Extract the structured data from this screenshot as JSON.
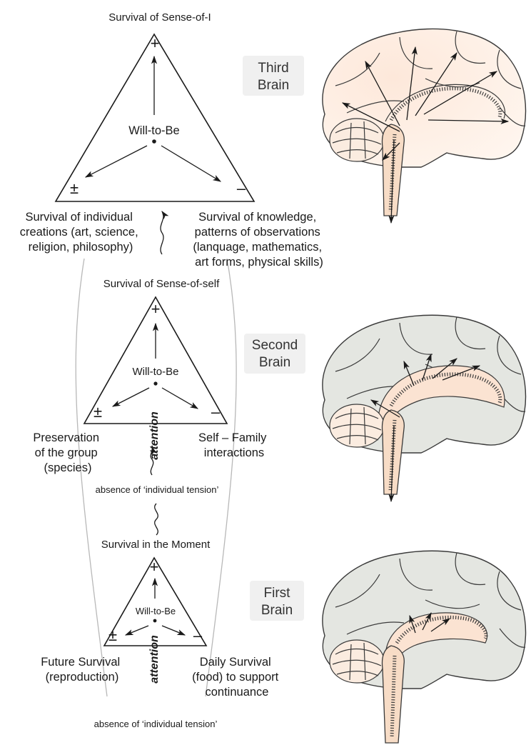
{
  "levels": {
    "third": {
      "panel": [
        "Third",
        "Brain"
      ],
      "apex": "Survival of Sense-of-I",
      "center": "Will-to-Be",
      "left_lines": [
        "Survival of individual",
        "creations (art, science,",
        "religion, philosophy)"
      ],
      "right_lines": [
        "Survival of knowledge,",
        "patterns of observations",
        "(lanquage, mathematics,",
        "art forms, physical skills)"
      ],
      "signs": {
        "plus": "+",
        "plus_minus": "±",
        "minus": "–"
      }
    },
    "second": {
      "panel": [
        "Second",
        "Brain"
      ],
      "apex": "Survival of Sense-of-self",
      "center": "Will-to-Be",
      "attention": "attention",
      "left_lines": [
        "Preservation",
        "of the group",
        "(species)"
      ],
      "right_lines": [
        "Self – Family",
        "interactions"
      ],
      "below": "absence of ‘individual tension’",
      "signs": {
        "plus": "+",
        "plus_minus": "±",
        "minus": "–"
      }
    },
    "first": {
      "panel": [
        "First",
        "Brain"
      ],
      "apex": "Survival in the Moment",
      "center": "Will-to-Be",
      "attention": "attention",
      "left_lines": [
        "Future Survival",
        "(reproduction)"
      ],
      "right_lines": [
        "Daily Survival",
        "(food) to support",
        "continuance"
      ],
      "below": "absence of ‘individual tension’",
      "signs": {
        "plus": "+",
        "plus_minus": "±",
        "minus": "–"
      }
    }
  },
  "colors": {
    "brain_peach": "#fbe3d2",
    "brain_gray": "#e4e6e1",
    "panel_bg": "#f0f0f0",
    "ink": "#1a1a1a"
  }
}
